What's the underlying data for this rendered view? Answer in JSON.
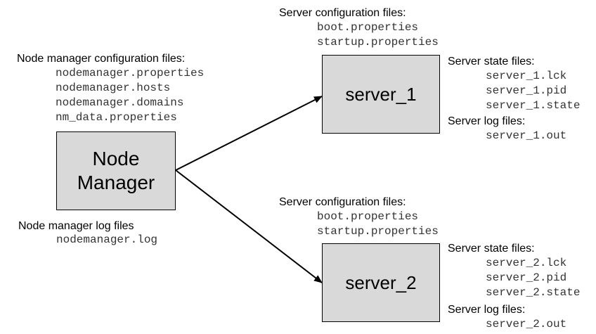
{
  "node_manager": {
    "config_heading": "Node manager configuration files:",
    "config_files": [
      "nodemanager.properties",
      "nodemanager.hosts",
      "nodemanager.domains",
      "nm_data.properties"
    ],
    "box_line1": "Node",
    "box_line2": "Manager",
    "log_heading": "Node manager log files",
    "log_files": [
      "nodemanager.log"
    ]
  },
  "server_1": {
    "config_heading": "Server configuration files:",
    "config_files": [
      "boot.properties",
      "startup.properties"
    ],
    "box_label": "server_1",
    "state_heading": "Server state files:",
    "state_files": [
      "server_1.lck",
      "server_1.pid",
      "server_1.state"
    ],
    "log_heading": "Server log files:",
    "log_files": [
      "server_1.out"
    ]
  },
  "server_2": {
    "config_heading": "Server configuration files:",
    "config_files": [
      "boot.properties",
      "startup.properties"
    ],
    "box_label": "server_2",
    "state_heading": "Server state files:",
    "state_files": [
      "server_2.lck",
      "server_2.pid",
      "server_2.state"
    ],
    "log_heading": "Server log files:",
    "log_files": [
      "server_2.out"
    ]
  },
  "colors": {
    "box_fill": "#d9d9d9",
    "box_border": "#000000",
    "file_text": "#333333"
  }
}
